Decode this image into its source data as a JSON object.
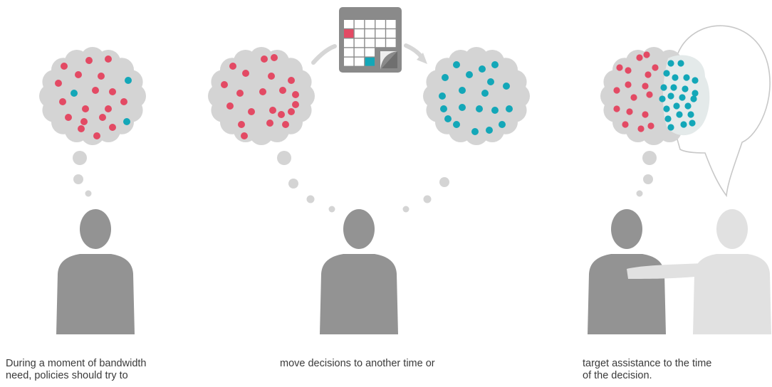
{
  "captions": [
    "During a moment of bandwidth\nneed, policies should try to",
    "move decisions to another time or",
    "target assistance to the time\nof the decision."
  ],
  "colors": {
    "cloud": "#d4d4d4",
    "cloud_light": "#e4eaea",
    "red_dot": "#e34a64",
    "teal_dot": "#13a7b8",
    "person_dark": "#939393",
    "person_light": "#e1e1e1",
    "thought_dot": "#d4d4d4",
    "calendar_frame": "#8a8a8a",
    "arrow": "#d6d6d6"
  },
  "icons": [
    "thought-cloud-icon",
    "person-icon",
    "calendar-icon",
    "speech-bubble-icon",
    "curved-arrow-icon"
  ]
}
